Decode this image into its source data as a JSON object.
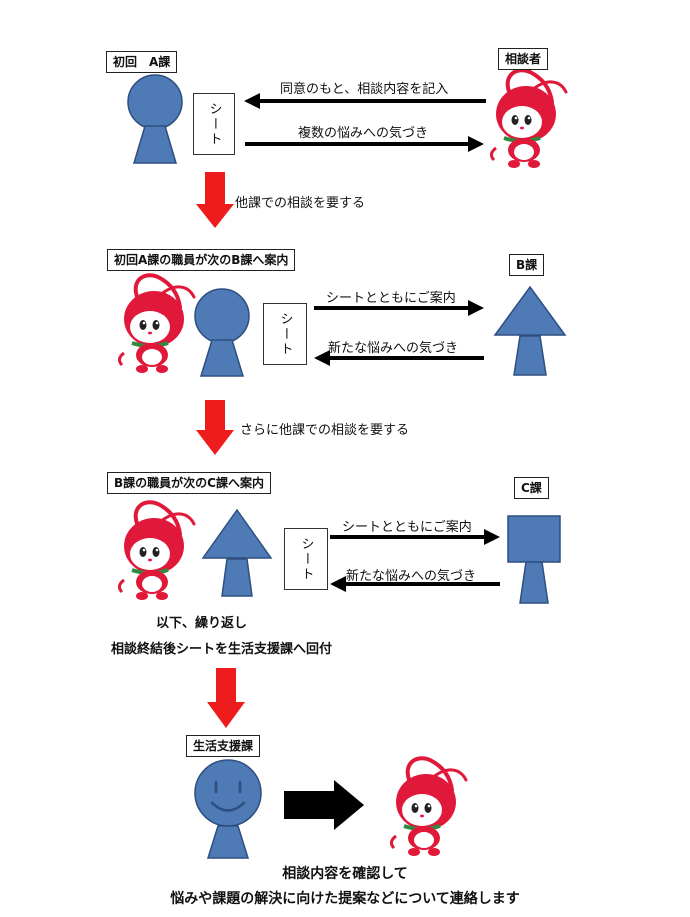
{
  "colors": {
    "blue": "#4e7ab5",
    "blue_stroke": "#2e4f80",
    "red": "#ee1c1c",
    "mascot": "#e0193b",
    "arrow": "#000000"
  },
  "section1": {
    "label": "初回　A課",
    "counterpart_label": "相談者",
    "sheet": "シート",
    "arrow_left_text": "同意のもと、相談内容を記入",
    "arrow_right_text": "複数の悩みへの気づき",
    "down_text": "他課での相談を要する"
  },
  "section2": {
    "label": "初回A課の職員が次のB課へ案内",
    "counterpart_label": "B課",
    "sheet": "シート",
    "arrow_right_text": "シートとともにご案内",
    "arrow_left_text": "新たな悩みへの気づき",
    "down_text": "さらに他課での相談を要する"
  },
  "section3": {
    "label": "B課の職員が次のC課へ案内",
    "counterpart_label": "C課",
    "sheet": "シート",
    "arrow_right_text": "シートとともにご案内",
    "arrow_left_text": "新たな悩みへの気づき",
    "note_line1": "以下、繰り返し",
    "note_line2": "相談終結後シートを生活支援課へ回付"
  },
  "section4": {
    "label": "生活支援課",
    "footer_line1": "相談内容を確認して",
    "footer_line2": "悩みや課題の解決に向けた提案などについて連絡します"
  },
  "icons": [
    "keyhole-person-icon",
    "triangle-person-icon",
    "square-person-icon",
    "smiley-person-icon",
    "mascot-icon",
    "red-down-arrow-icon",
    "black-right-arrow-icon"
  ]
}
